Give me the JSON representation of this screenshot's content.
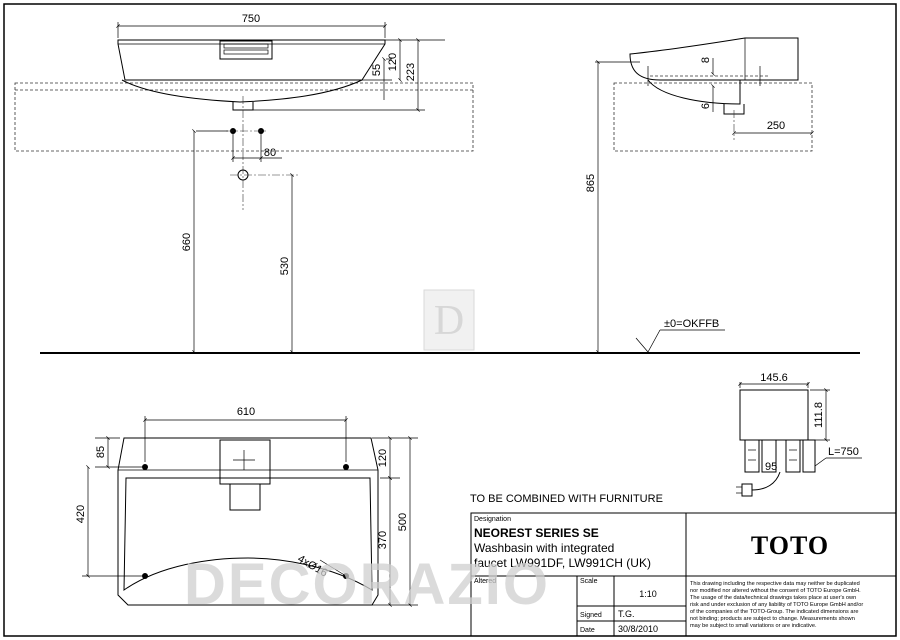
{
  "dims": {
    "top_width": "750",
    "h55": "55",
    "h120_top": "120",
    "h223": "223",
    "w80": "80",
    "h660": "660",
    "h530": "530",
    "h865": "865",
    "side8": "8",
    "side6": "6",
    "w250": "250",
    "floor_ref": "±0=OKFFB",
    "w610": "610",
    "h85": "85",
    "h420": "420",
    "h120_plan": "120",
    "h370": "370",
    "h500": "500",
    "holes": "4xØ16",
    "box_w": "145.6",
    "box_h": "111.8",
    "box_95": "95",
    "cable": "L=750"
  },
  "note": "TO BE COMBINED WITH FURNITURE",
  "title_block": {
    "designation_label": "Designation",
    "product_name": "NEOREST SERIES SE",
    "description_line1": "Washbasin with integrated",
    "description_line2": "faucet LW991DF, LW991CH (UK)",
    "logo": "TOTO",
    "altered_label": "Altered",
    "scale_label": "Scale",
    "scale_value": "1:10",
    "signed_label": "Signed",
    "signed_value": "T.G.",
    "date_label": "Date",
    "date_value": "30/8/2010",
    "disclaimer": [
      "This drawing including the respective data may neither be duplicated",
      "nor modified nor altered without the consent of TOTO Europe GmbH.",
      "The usage of the data/technical drawings takes place at user's own",
      "risk and under exclusion of any liability of TOTO Europe GmbH and/or",
      "of the companies of the TOTO-Group. The indicated dimensions are",
      "not binding; products are subject to change. Measurements shown",
      "may be subject to small variations or are indicative."
    ]
  },
  "watermark": {
    "text": "DECORAZIO",
    "monogram": "D"
  }
}
